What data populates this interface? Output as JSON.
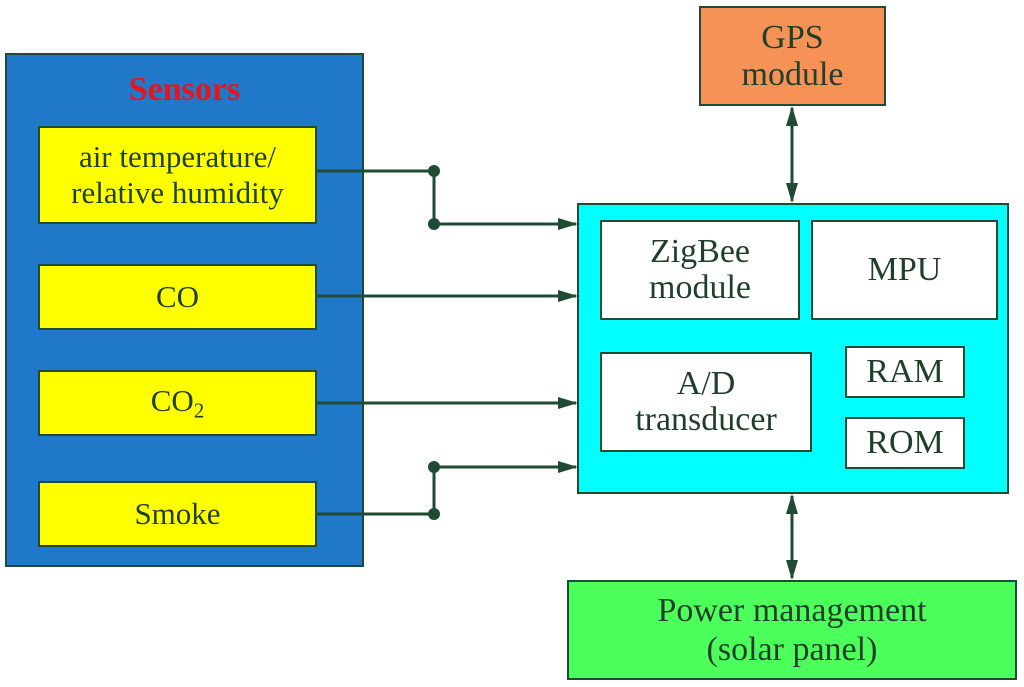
{
  "sensors": {
    "title": "Sensors",
    "items": [
      {
        "line1": "air temperature/",
        "line2": "relative humidity"
      },
      {
        "label": "CO"
      },
      {
        "base": "CO",
        "sub": "2"
      },
      {
        "label": "Smoke"
      }
    ]
  },
  "gps": {
    "line1": "GPS",
    "line2": "module"
  },
  "controller": {
    "zigbee": {
      "line1": "ZigBee",
      "line2": "module"
    },
    "mpu": {
      "label": "MPU"
    },
    "adc": {
      "line1": "A/D",
      "line2": "transducer"
    },
    "ram": {
      "label": "RAM"
    },
    "rom": {
      "label": "ROM"
    }
  },
  "power": {
    "line1": "Power management",
    "line2": "(solar panel)"
  },
  "colors": {
    "sensors_bg": "#1f78c8",
    "sensors_title": "#e8141c",
    "sensor_box": "#ffff00",
    "gps_box": "#f79256",
    "controller_box": "#00ffff",
    "power_box": "#4cff5a",
    "line": "#1f4a33"
  }
}
